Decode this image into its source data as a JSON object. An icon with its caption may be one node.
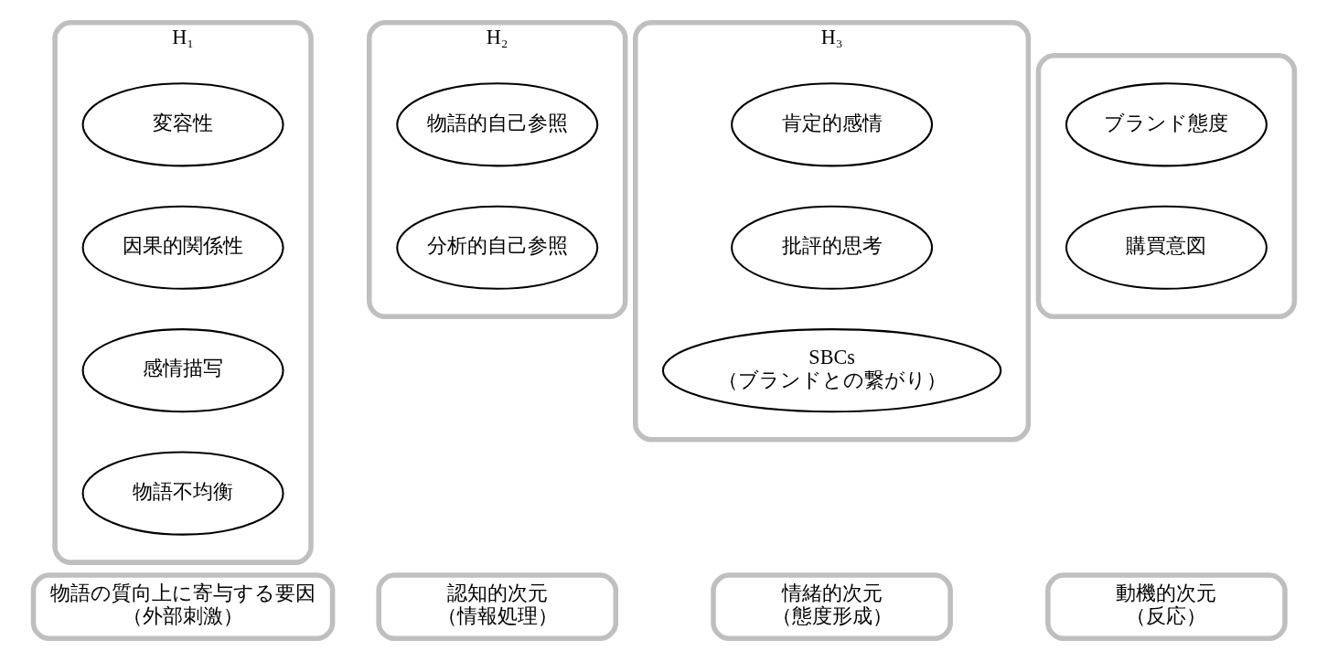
{
  "diagram": {
    "nodes": [
      {
        "text": [
          "H₁"
        ]
      },
      {
        "text": [
          "変容性"
        ],
        "in": 0
      },
      {
        "text": [
          "因果的関係性"
        ],
        "in": 0
      },
      {
        "text": [
          "感情描写"
        ],
        "in": 0
      },
      {
        "text": [
          "物語不均衡"
        ],
        "in": 0
      },
      {
        "text": [
          "物語の質向上に寄与する要因",
          "（外部刺激）"
        ]
      },
      {
        "text": [
          "H₂"
        ]
      },
      {
        "text": [
          "物語的自己参照"
        ],
        "in": 6
      },
      {
        "text": [
          "分析的自己参照"
        ],
        "in": 6
      },
      {
        "text": [
          "認知的次元",
          "（情報処理）"
        ]
      },
      {
        "text": [
          "H₃"
        ]
      },
      {
        "text": [
          "肯定的感情"
        ],
        "in": 10
      },
      {
        "text": [
          "批評的思考"
        ],
        "in": 10
      },
      {
        "text": [
          "SBCs",
          "（ブランドとの繋がり）"
        ],
        "in": 10
      },
      {
        "text": [
          "情緒的次元",
          "（態度形成）"
        ]
      },
      {
        "text": [],
        "shape": "box"
      },
      {
        "text": [
          "ブランド態度"
        ],
        "in": 15
      },
      {
        "text": [
          "購買意図"
        ],
        "in": 15
      },
      {
        "text": [
          "動機的次元",
          "（反応）"
        ]
      }
    ],
    "edges": []
  }
}
